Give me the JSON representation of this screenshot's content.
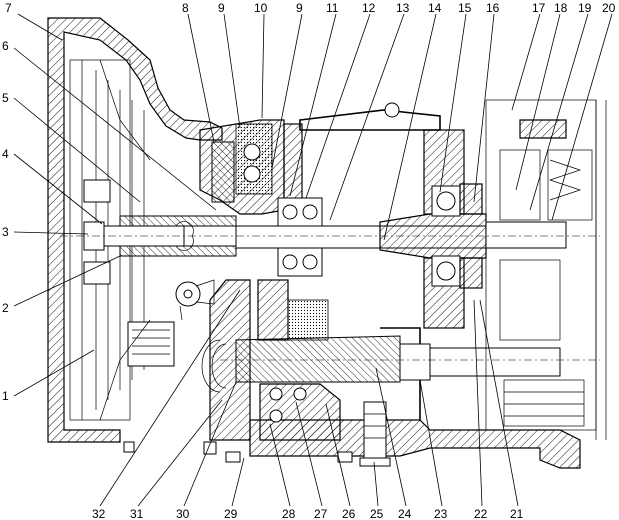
{
  "callouts_top": [
    "7",
    "8",
    "9",
    "10",
    "9",
    "11",
    "12",
    "13",
    "14",
    "15",
    "16",
    "17",
    "18",
    "19",
    "20"
  ],
  "callouts_left": [
    "6",
    "5",
    "4",
    "3",
    "2",
    "1"
  ],
  "callouts_bottom": [
    "32",
    "31",
    "30",
    "29",
    "28",
    "27",
    "26",
    "25",
    "24",
    "23",
    "22",
    "21"
  ]
}
